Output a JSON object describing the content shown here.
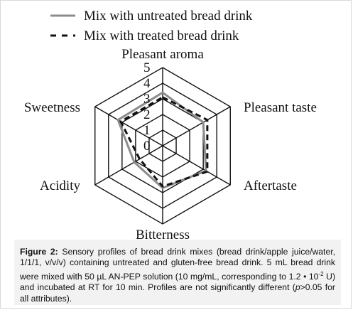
{
  "chart_data": {
    "type": "radar",
    "axes": [
      "Pleasant aroma",
      "Pleasant taste",
      "Aftertaste",
      "Bitterness",
      "Acidity",
      "Sweetness"
    ],
    "scale_ticks": [
      "0",
      "1",
      "2",
      "3",
      "4",
      "5"
    ],
    "range": [
      0,
      5
    ],
    "grid_levels": [
      1,
      2,
      3,
      4,
      5
    ],
    "series": [
      {
        "name": "Mix with untreated bread drink",
        "values": [
          3.4,
          3.0,
          3.2,
          2.7,
          2.1,
          3.3
        ],
        "color": "#8c8c8c",
        "dash": "solid"
      },
      {
        "name": "Mix with treated bread drink",
        "values": [
          3.1,
          3.3,
          3.3,
          2.6,
          1.7,
          3.1
        ],
        "color": "#111111",
        "dash": "dashed"
      }
    ]
  },
  "caption": {
    "label": "Figure 2:",
    "text_main": " Sensory profiles of bread drink mixes (bread drink/apple juice/water, 1/1/1, v/v/v) containing untreated and gluten-free bread drink. 5 mL bread drink were mixed with 50 µL AN-PEP solution (10 mg/mL, corresponding to 1.2 • 10",
    "exponent": "-2",
    "text_mid": " U) and incubated at RT for 10 min. Profiles are not significantly different (",
    "p_italic": "p",
    "text_end": ">0.05 for all attributes)."
  }
}
